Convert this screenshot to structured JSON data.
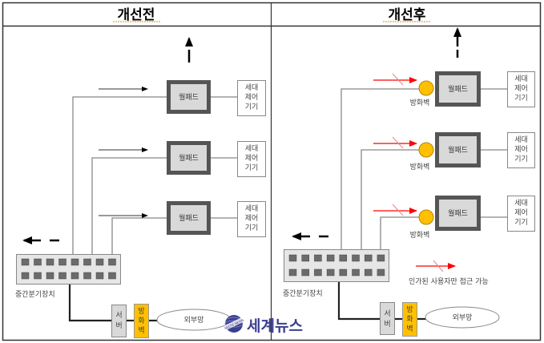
{
  "panels": {
    "before": {
      "title": "개선전",
      "wallpads": [
        {
          "label": "월패드",
          "device_label_lines": [
            "세대",
            "제어",
            "기기"
          ]
        },
        {
          "label": "월패드",
          "device_label_lines": [
            "세대",
            "제어",
            "기기"
          ]
        },
        {
          "label": "월패드",
          "device_label_lines": [
            "세대",
            "제어",
            "기기"
          ]
        }
      ],
      "switch_label": "중간분기장치",
      "server_label_lines": [
        "서",
        "버"
      ],
      "firewall_label_lines": [
        "방",
        "화",
        "벽"
      ],
      "external_network_label": "외부망"
    },
    "after": {
      "title": "개선후",
      "wallpads": [
        {
          "label": "월패드",
          "firewall_label": "방화벽",
          "device_label_lines": [
            "세대",
            "제어",
            "기기"
          ]
        },
        {
          "label": "월패드",
          "firewall_label": "방화벽",
          "device_label_lines": [
            "세대",
            "제어",
            "기기"
          ]
        },
        {
          "label": "월패드",
          "firewall_label": "방화벽",
          "device_label_lines": [
            "세대",
            "제어",
            "기기"
          ]
        }
      ],
      "switch_label": "중간분기장치",
      "server_label_lines": [
        "서",
        "버"
      ],
      "firewall_label_lines": [
        "방",
        "화",
        "벽"
      ],
      "external_network_label": "외부망",
      "legend_label": "인가된 사용자만 접근 가능"
    }
  },
  "watermark": {
    "text": "세계뉴스",
    "emblem_text": "SEGYE NEWS"
  },
  "colors": {
    "firewall_orange": "#ffc000",
    "blocked_arrow_red": "#ff0000",
    "wallpad_fill": "#d9d9d9",
    "wallpad_border": "#555555",
    "switch_fill": "#e6e6e6",
    "logo_blue": "#3b3f8f"
  }
}
